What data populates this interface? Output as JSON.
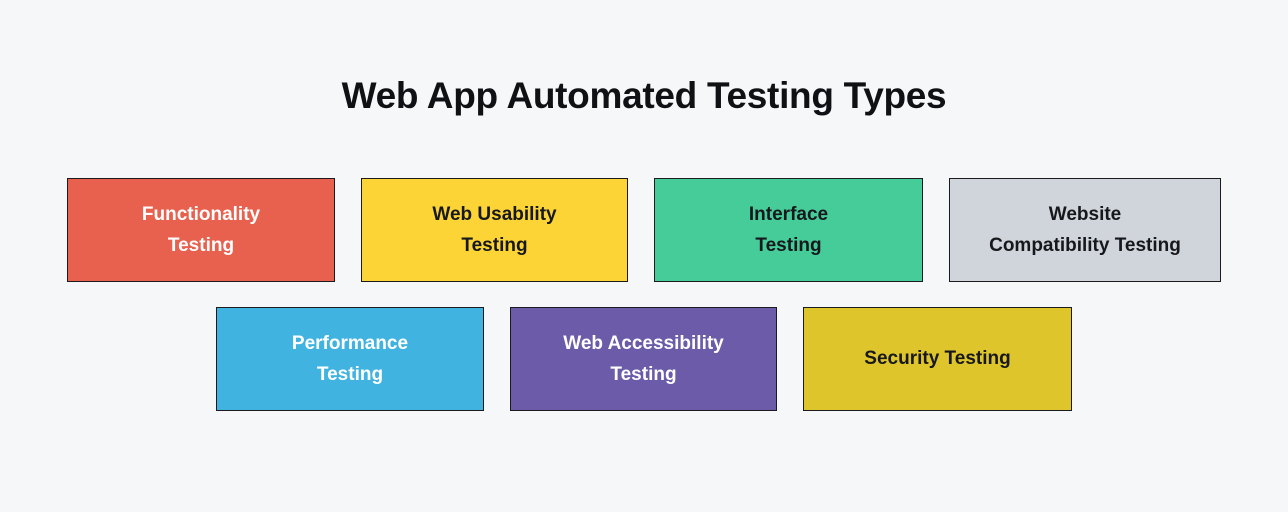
{
  "title": "Web App Automated Testing Types",
  "background_color": "#f6f7f8",
  "title_color": "#101114",
  "rows": [
    {
      "cards": [
        {
          "label": "Functionality\nTesting",
          "bg": "#e8614f",
          "fg": "#ffffff",
          "border": "#1b1b1f"
        },
        {
          "label": "Web Usability\nTesting",
          "bg": "#fcd436",
          "fg": "#17181c",
          "border": "#1b1b1f"
        },
        {
          "label": "Interface\nTesting",
          "bg": "#45cc99",
          "fg": "#17181c",
          "border": "#1b1b1f"
        },
        {
          "label": "Website\nCompatibility Testing",
          "bg": "#cfd5db",
          "fg": "#17181c",
          "border": "#1b1b1f"
        }
      ]
    },
    {
      "cards": [
        {
          "label": "Performance\nTesting",
          "bg": "#41b3e0",
          "fg": "#ffffff",
          "border": "#1b1b1f"
        },
        {
          "label": "Web Accessibility\nTesting",
          "bg": "#6b5ba8",
          "fg": "#ffffff",
          "border": "#1b1b1f"
        },
        {
          "label": "Security Testing",
          "bg": "#dfc52c",
          "fg": "#17181c",
          "border": "#1b1b1f"
        }
      ]
    }
  ]
}
